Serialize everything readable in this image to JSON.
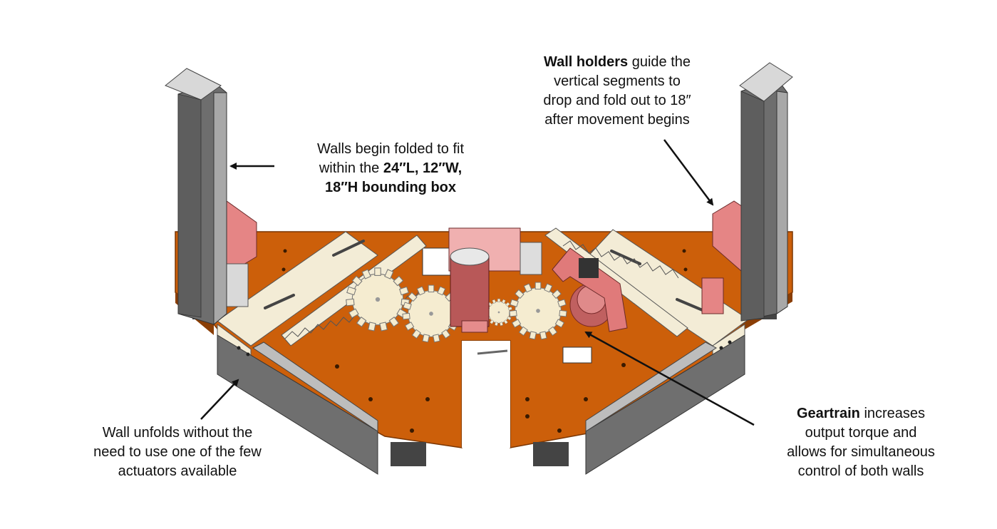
{
  "callouts": {
    "walls": {
      "line1": "Walls begin folded to fit",
      "line2_pre": "within the ",
      "line2_bold": "24″L, 12″W,",
      "line3_bold": "18″H bounding box"
    },
    "holders": {
      "bold": "Wall holders",
      "line1_rest": " guide the",
      "line2": "vertical segments to",
      "line3": "drop and fold out to 18″",
      "line4": "after movement begins"
    },
    "unfold": {
      "line1": "Wall unfolds without the",
      "line2": "need to use one of the few",
      "line3": "actuators available"
    },
    "geartrain": {
      "bold": "Geartrain",
      "line1_rest": " increases",
      "line2": "output torque and",
      "line3": "allows for simultaneous",
      "line4": "control of both walls"
    }
  },
  "colors": {
    "base_plate": "#cc5f0a",
    "base_plate_edge": "#8a3e05",
    "wall_gray": "#6b6b6b",
    "wall_light": "#d8d8d8",
    "wall_holder_pink": "#e07a7a",
    "gear_cream": "#f5ecd0",
    "motor_pink": "#c86464"
  },
  "icons": [
    "arrow-left-icon",
    "arrow-down-right-icon",
    "arrow-down-left-icon",
    "arrow-up-left-icon"
  ]
}
